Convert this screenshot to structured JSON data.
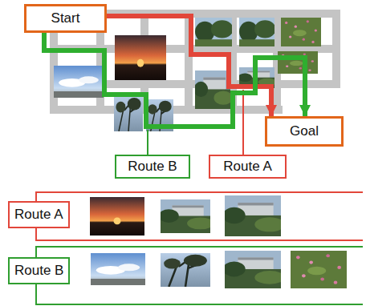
{
  "diagram": {
    "nodes": [
      {
        "text": [
          "Start"
        ]
      },
      {
        "text": [
          "Goal"
        ]
      },
      {
        "text": [
          "Route B"
        ]
      },
      {
        "text": [
          "Route A"
        ]
      },
      {
        "text": [
          "Route A"
        ]
      },
      {
        "text": [
          "Route B"
        ]
      }
    ],
    "edges": [
      {
        "from": 0,
        "to": 1,
        "arrow": "to"
      },
      {
        "from": 0,
        "to": 1,
        "arrow": "to"
      }
    ]
  }
}
